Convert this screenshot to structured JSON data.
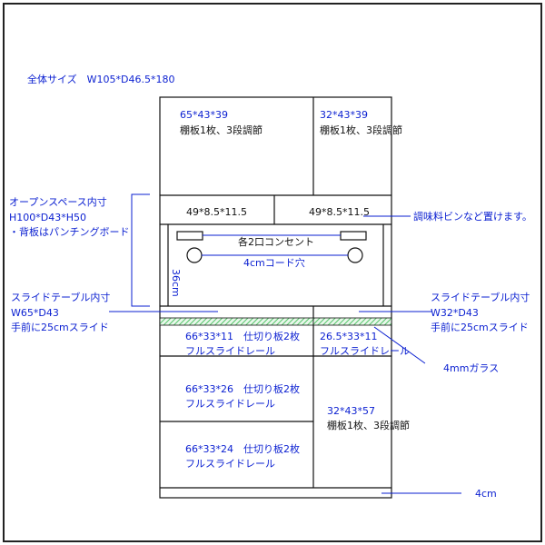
{
  "overall_size": "全体サイズ　W105*D46.5*180",
  "top_left_cabinet": {
    "dims": "65*43*39",
    "note": "棚板1枚、3段調節"
  },
  "top_right_cabinet": {
    "dims": "32*43*39",
    "note": "棚板1枚、3段調節"
  },
  "left_drawer_small": "49*8.5*11.5",
  "right_drawer_small": "49*8.5*11.5",
  "spice_note": "調味料ビンなど置けます。",
  "open_space": {
    "title": "オープンスペース内寸",
    "dims": "H100*D43*H50",
    "back_note": "・背板はパンチングボード"
  },
  "outlet_label": "各2口コンセント",
  "cord_hole_label": "4cmコード穴",
  "height_label": "36cm",
  "slide_table_left": {
    "title": "スライドテーブル内寸",
    "dims": "W65*D43",
    "note": "手前に25cmスライド"
  },
  "slide_table_right": {
    "title": "スライドテーブル内寸",
    "dims": "W32*D43",
    "note": "手前に25cmスライド"
  },
  "drawer_1": {
    "dims": "66*33*11　仕切り板2枚",
    "note": "フルスライドレール"
  },
  "drawer_small_right": {
    "dims": "26.5*33*11",
    "note": "フルスライドレール"
  },
  "glass_label": "4mmガラス",
  "drawer_2": {
    "dims": "66*33*26　仕切り板2枚",
    "note": "フルスライドレール"
  },
  "bottom_right_cabinet": {
    "dims": "32*43*57",
    "note": "棚板1枚、3段調節"
  },
  "drawer_3": {
    "dims": "66*33*24　仕切り板2枚",
    "note": "フルスライドレール"
  },
  "plinth_label": "4cm",
  "colors": {
    "label": "#0a1fd1",
    "line": "#111111",
    "hatch": "#55c46a"
  }
}
